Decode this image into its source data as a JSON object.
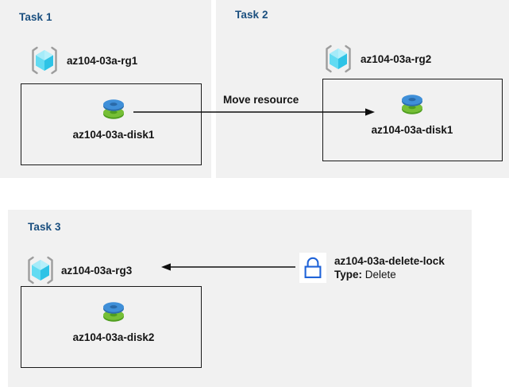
{
  "diagram": {
    "title_color": "#1a4f7f",
    "panel_background": "#f1f1f1",
    "page_background": "#ffffff",
    "panels": [
      {
        "id": "task1",
        "title": "Task 1"
      },
      {
        "id": "task2",
        "title": "Task 2"
      },
      {
        "id": "task3",
        "title": "Task 3"
      }
    ],
    "resource_groups": [
      {
        "id": "rg1",
        "label": "az104-03a-rg1",
        "icon": "resource-group-icon"
      },
      {
        "id": "rg2",
        "label": "az104-03a-rg2",
        "icon": "resource-group-icon"
      },
      {
        "id": "rg3",
        "label": "az104-03a-rg3",
        "icon": "resource-group-icon"
      }
    ],
    "disks": [
      {
        "id": "disk1-task1",
        "label": "az104-03a-disk1",
        "icon": "managed-disk-icon"
      },
      {
        "id": "disk1-task2",
        "label": "az104-03a-disk1",
        "icon": "managed-disk-icon"
      },
      {
        "id": "disk2-task3",
        "label": "az104-03a-disk2",
        "icon": "managed-disk-icon"
      }
    ],
    "connectors": [
      {
        "id": "move-resource",
        "label": "Move resource",
        "direction": "right"
      },
      {
        "id": "delete-lock-link",
        "label": "",
        "direction": "left"
      }
    ],
    "lock": {
      "icon": "padlock-icon",
      "name": "az104-03a-delete-lock",
      "type_label": "Type:",
      "type_value": "Delete",
      "accent_color": "#1f63d8"
    },
    "icon_colors": {
      "cube_light": "#9ce9f7",
      "cube_mid": "#2fd0ee",
      "cube_dark": "#27b4d9",
      "bracket": "#9d9d9d",
      "disk_blue": "#3d8fd6",
      "disk_green": "#6bb32e"
    }
  }
}
